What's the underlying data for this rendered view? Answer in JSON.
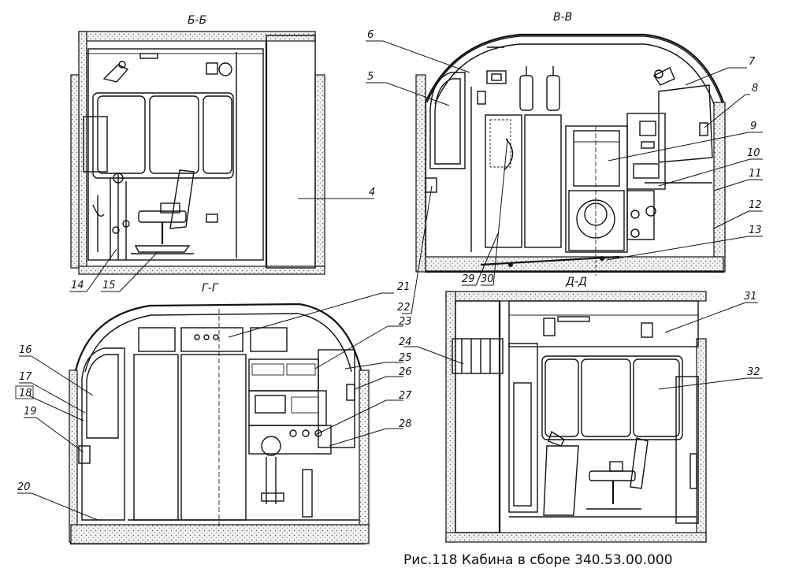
{
  "caption": "Рис.118 Кабина в сборе 340.53.00.000",
  "sections": {
    "bb": "Б-Б",
    "vv": "В-В",
    "gg": "Г-Г",
    "dd": "Д-Д"
  },
  "callouts": {
    "c4": "4",
    "c5": "5",
    "c6": "6",
    "c7": "7",
    "c8": "8",
    "c9": "9",
    "c10": "10",
    "c11": "11",
    "c12": "12",
    "c13": "13",
    "c14": "14",
    "c15": "15",
    "c16": "16",
    "c17": "17",
    "c18": "18",
    "c19": "19",
    "c20": "20",
    "c21": "21",
    "c22": "22",
    "c23": "23",
    "c24": "24",
    "c25": "25",
    "c26": "26",
    "c27": "27",
    "c28": "28",
    "c29": "29",
    "c30": "30",
    "c31": "31",
    "c32": "32"
  }
}
